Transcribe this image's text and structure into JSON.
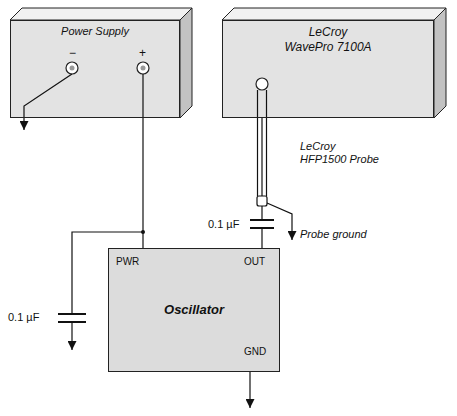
{
  "diagram": {
    "nodes": [
      {
        "text": [
          "Power Supply"
        ]
      },
      {
        "text": [
          "LeCroy",
          "WavePro 7100A"
        ]
      },
      {
        "text": [
          "Oscillator"
        ]
      }
    ],
    "edges": [
      {
        "from": 0,
        "to": 2,
        "arrow": "none"
      },
      {
        "from": 1,
        "to": 2,
        "arrow": "none"
      }
    ],
    "labels": [
      "−",
      "+",
      "PWR",
      "OUT",
      "GND",
      "0.1 µF",
      "0.1 µF",
      "LeCroy HFP1500 Probe",
      "Probe ground"
    ]
  }
}
